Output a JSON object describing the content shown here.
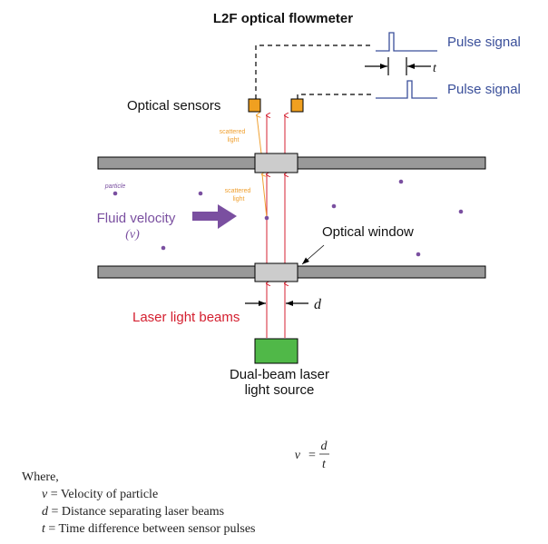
{
  "title": "L2F optical flowmeter",
  "labels": {
    "optical_sensors": "Optical sensors",
    "pulse_signal_1": "Pulse signal",
    "pulse_signal_2": "Pulse signal",
    "time_symbol": "t",
    "scattered_light_upper": [
      "scattered",
      "light"
    ],
    "scattered_light_lower": [
      "scattered",
      "light"
    ],
    "particle": "particle",
    "fluid_velocity": "Fluid velocity",
    "fluid_velocity_symbol": "(v)",
    "optical_window": "Optical window",
    "distance_symbol": "d",
    "laser_light_beams": "Laser light beams",
    "light_source_line1": "Dual-beam laser",
    "light_source_line2": "light source"
  },
  "equation": {
    "lhs": "v",
    "equals": "=",
    "numerator": "d",
    "denominator": "t"
  },
  "legend": {
    "intro": "Where,",
    "items": [
      {
        "symbol": "v",
        "text": "= Velocity of particle"
      },
      {
        "symbol": "d",
        "text": "= Distance separating laser beams"
      },
      {
        "symbol": "t",
        "text": "= Time difference between sensor pulses"
      }
    ]
  },
  "colors": {
    "pulse_blue": "#3a4f9a",
    "laser_red": "#d42030",
    "scatter_orange": "#f0a030",
    "fluid_purple": "#7a4fa0",
    "sensor_orange": "#f0a020",
    "source_green": "#50b848",
    "pipe_gray": "#999999",
    "window_gray": "#cccccc"
  }
}
